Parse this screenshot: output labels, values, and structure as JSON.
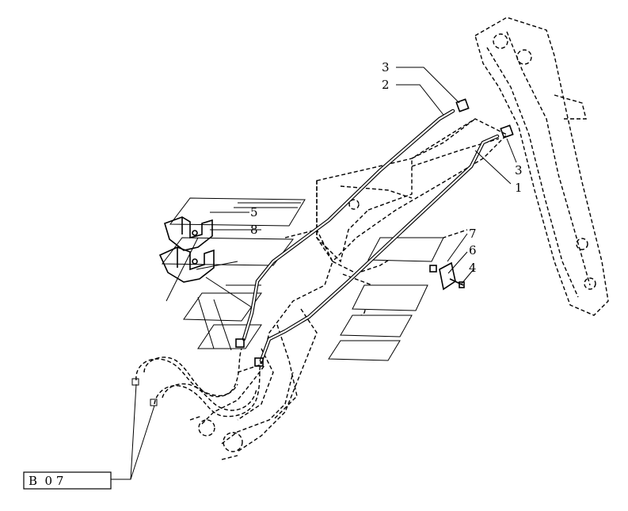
{
  "diagram": {
    "callouts": [
      {
        "id": "c3-top",
        "label": "3"
      },
      {
        "id": "c2",
        "label": "2"
      },
      {
        "id": "c5",
        "label": "5"
      },
      {
        "id": "c8",
        "label": "8"
      },
      {
        "id": "c3-right",
        "label": "3"
      },
      {
        "id": "c1",
        "label": "1"
      },
      {
        "id": "c7",
        "label": "7"
      },
      {
        "id": "c6",
        "label": "6"
      },
      {
        "id": "c4",
        "label": "4"
      }
    ],
    "reference_box": {
      "label": "B  0 7"
    }
  }
}
